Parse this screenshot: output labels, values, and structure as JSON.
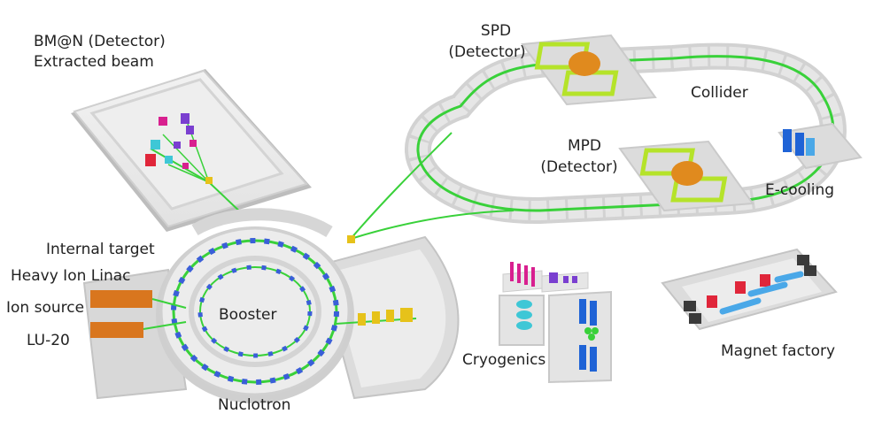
{
  "labels": {
    "bmn_line1": "BM@N (Detector)",
    "bmn_line2": "Extracted beam",
    "spd_line1": "SPD",
    "spd_line2": "(Detector)",
    "collider": "Collider",
    "mpd_line1": "MPD",
    "mpd_line2": "(Detector)",
    "ecooling": "E-cooling",
    "internal_target": "Internal target",
    "heavy_ion_linac": "Heavy Ion Linac",
    "ion_source": "Ion source",
    "lu20": "LU-20",
    "booster": "Booster",
    "nuclotron": "Nuclotron",
    "cryogenics": "Cryogenics",
    "magnet_factory": "Magnet factory"
  },
  "colors": {
    "floor": "#ececec",
    "wall": "#d9d9d9",
    "wall_dark": "#c4c4c4",
    "beam": "#39d13a",
    "detector_frame": "#b5e32a",
    "detector_core": "#e08a1e",
    "magnet_blue": "#3a5fd8",
    "ecool_blue": "#1f63d6",
    "linac_orange": "#d9761e",
    "yellow": "#e6c21a",
    "magenta": "#d8208f",
    "purple": "#7a3fd0",
    "red": "#e0263a",
    "cyan": "#3ec7d6",
    "light_blue": "#4aa8e8",
    "dark_block": "#3a3a3a"
  }
}
